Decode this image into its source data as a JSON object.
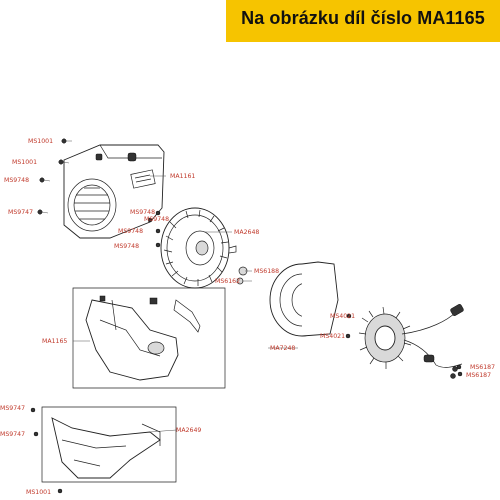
{
  "banner": {
    "title": "Na obrázku díl číslo MA1165",
    "color": "#f6c400"
  },
  "label_color": "#c0392b",
  "labels": [
    "MS1001",
    "MS1001",
    "MS9748",
    "MS9747",
    "MA1161",
    "MS9748",
    "MS9748",
    "MS9748",
    "MS9748",
    "MA2648",
    "MS6188",
    "MS6162",
    "MA1165",
    "MS4021",
    "MS4021",
    "MA7248",
    "MS6187",
    "MS6187",
    "MS9747",
    "MS9747",
    "MA2649",
    "MS1001"
  ]
}
